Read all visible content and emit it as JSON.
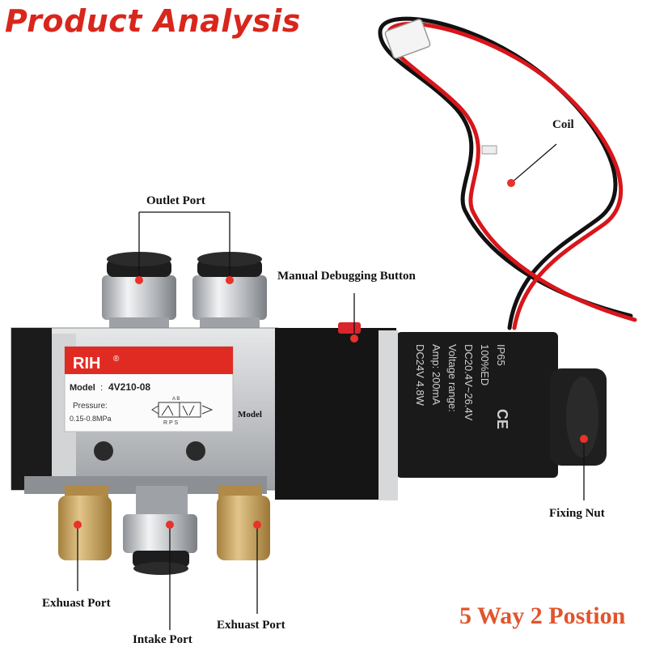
{
  "title": "Product Analysis",
  "tagline": "5 Way 2 Postion",
  "labels": {
    "coil": "Coil",
    "outlet_port": "Outlet Port",
    "manual_button": "Manual Debugging Button",
    "model": "Model",
    "fixing_nut": "Fixing Nut",
    "exhaust_left": "Exhuast Port",
    "intake": "Intake Port",
    "exhaust_right": "Exhuast Port"
  },
  "nameplate": {
    "brand": "RIH",
    "reg": "®",
    "model_label": "Model",
    "model_value": "4V210-08",
    "pressure_label": "Pressure:",
    "pressure_value": "0.15-0.8MPa",
    "ports": "R P S",
    "ports_top": "A B"
  },
  "coil_label": {
    "line1": "DC24V      4.8W",
    "line2": "Amp:      200mA",
    "line3": "Voltage  range:",
    "line4": "DC20.4V~26.4V",
    "line5": "100%ED",
    "line6": "IP65",
    "ce": "CE"
  },
  "colors": {
    "title": "#d9261c",
    "tagline": "#e0552d",
    "marker": "#e8322a",
    "wire_red": "#d8161b",
    "wire_black": "#111111",
    "body_aluminum": "#c9cbce",
    "coil_black": "#1a1a1a",
    "brass": "#c9a35a"
  }
}
